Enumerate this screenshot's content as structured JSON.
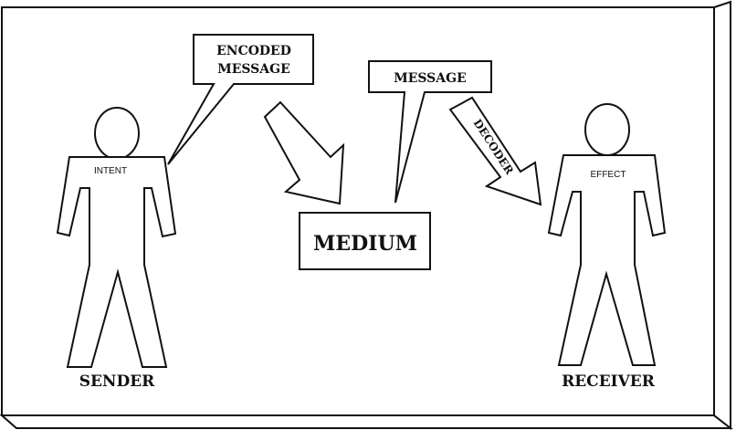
{
  "sender": {
    "label": "SENDER",
    "figure_label": "INTENT"
  },
  "receiver": {
    "label": "RECEIVER",
    "figure_label": "EFFECT"
  },
  "callouts": {
    "encoded_message_line1": "ENCODED",
    "encoded_message_line2": "MESSAGE",
    "message": "MESSAGE"
  },
  "medium": {
    "label": "MEDIUM"
  },
  "arrows": {
    "decoder_label": "DECODER"
  },
  "colors": {
    "stroke": "#111111",
    "fill": "#ffffff",
    "background": "#ffffff"
  }
}
